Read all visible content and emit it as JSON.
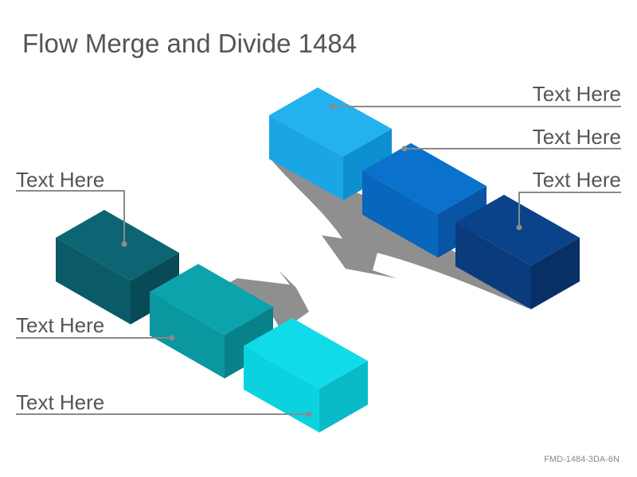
{
  "title": "Flow Merge and Divide 1484",
  "product_code": "FMD-1484-3DA-6N",
  "right_group": {
    "labels": [
      "Text Here",
      "Text Here",
      "Text Here"
    ],
    "colors": [
      "#12a7ea",
      "#0a67c2",
      "#0a3a7a"
    ]
  },
  "left_group": {
    "labels": [
      "Text Here",
      "Text Here",
      "Text Here"
    ],
    "colors": [
      "#0a5e6e",
      "#0a9aa4",
      "#0bd5e3"
    ]
  },
  "arrow_color": "#8f8f8f",
  "line_color": "#8a8a8a"
}
